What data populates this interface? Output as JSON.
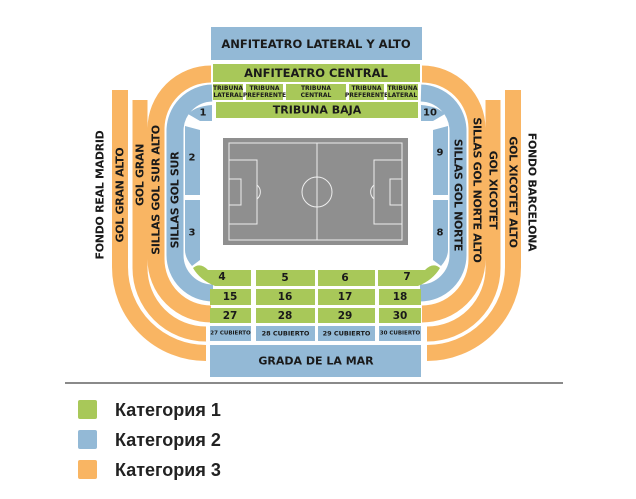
{
  "colors": {
    "cat1": "#a8c859",
    "cat2": "#93b9d6",
    "cat3": "#f9b563",
    "pitch": "#8f8f8f"
  },
  "stands": {
    "anfiteatro_lateral_alto": "ANFITEATRO LATERAL Y ALTO",
    "anfiteatro_central": "ANFITEATRO CENTRAL",
    "tribuna_lateral": [
      "TRIBUNA",
      "LATERAL"
    ],
    "tribuna_preferente": [
      "TRIBUNA",
      "PREFERENTE"
    ],
    "tribuna_central": [
      "TRIBUNA",
      "CENTRAL"
    ],
    "tribuna_baja": "TRIBUNA BAJA",
    "grada_de_la_mar": "GRADA DE LA MAR",
    "fondo_real_madrid": "FONDO REAL MADRID",
    "gol_gran_alto": "GOL GRAN ALTO",
    "gol_gran": "GOL GRAN",
    "sillas_gol_sur_alto": "SILLAS GOL SUR ALTO",
    "sillas_gol_sur": "SILLAS GOL SUR",
    "fondo_barcelona": "FONDO BARCELONA",
    "gol_xicotet_alto": "GOL XICOTET ALTO",
    "gol_xicotet": "GOL XICOTET",
    "sillas_gol_norte_alto": "SILLAS GOL NORTE ALTO",
    "sillas_gol_norte": "SILLAS GOL NORTE"
  },
  "sectors": {
    "s1": "1",
    "s2": "2",
    "s3": "3",
    "s4": "4",
    "s5": "5",
    "s6": "6",
    "s7": "7",
    "s8": "8",
    "s9": "9",
    "s10": "10",
    "s15": "15",
    "s16": "16",
    "s17": "17",
    "s18": "18",
    "s27": "27",
    "s28": "28",
    "s29": "29",
    "s30": "30",
    "c27": "27 CUBIERTO",
    "c28": "28 CUBIERTO",
    "c29": "29 CUBIERTO",
    "c30": "30 CUBIERTO"
  },
  "legend": [
    {
      "label": "Категория 1"
    },
    {
      "label": "Категория 2"
    },
    {
      "label": "Категория 3"
    }
  ]
}
